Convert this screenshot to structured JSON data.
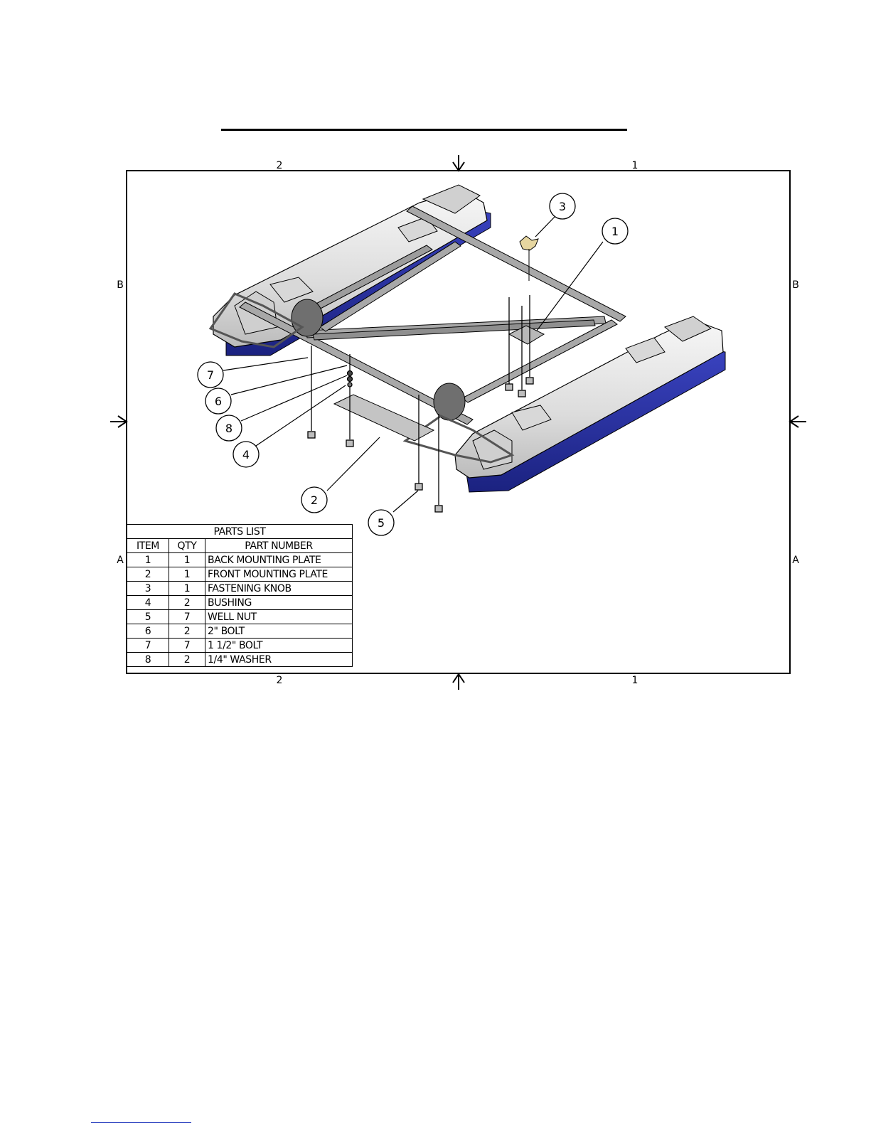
{
  "zones": {
    "top_left": "2",
    "top_right": "1",
    "bottom_left": "2",
    "bottom_right": "1",
    "left_upper": "B",
    "left_lower": "A",
    "right_upper": "B",
    "right_lower": "A"
  },
  "balloons": [
    "1",
    "2",
    "3",
    "4",
    "5",
    "6",
    "7",
    "8"
  ],
  "parts_list": {
    "title": "PARTS LIST",
    "headers": [
      "ITEM",
      "QTY",
      "PART NUMBER"
    ],
    "rows": [
      [
        "1",
        "1",
        "BACK MOUNTING PLATE"
      ],
      [
        "2",
        "1",
        "FRONT MOUNTING PLATE"
      ],
      [
        "3",
        "1",
        "FASTENING KNOB"
      ],
      [
        "4",
        "2",
        "BUSHING"
      ],
      [
        "5",
        "7",
        "WELL NUT"
      ],
      [
        "6",
        "2",
        "2\" BOLT"
      ],
      [
        "7",
        "7",
        "1 1/2\" BOLT"
      ],
      [
        "8",
        "2",
        "1/4\" WASHER"
      ]
    ]
  },
  "colors": {
    "pontoon_body": "#e4e4e4",
    "pontoon_hull": "#2b33a8",
    "frame": "#9a9a9a",
    "knob": "#e6d6a0",
    "footer_link": "#2a3fbf"
  }
}
